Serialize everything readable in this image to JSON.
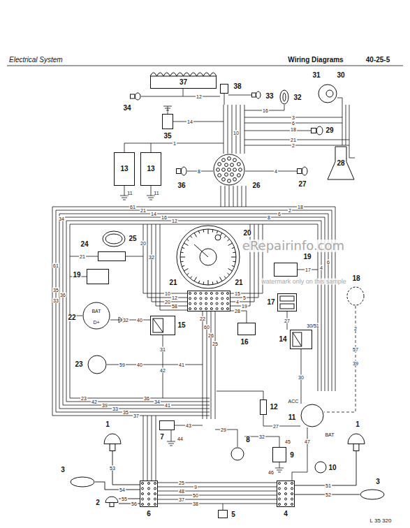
{
  "diagram": {
    "title": "Electrical System",
    "nodes": [
      {
        "text": [
          "37"
        ]
      },
      {
        "text": [
          "38"
        ]
      },
      {
        "text": [
          "34"
        ]
      },
      {
        "text": [
          "33"
        ]
      },
      {
        "text": [
          "32"
        ]
      },
      {
        "text": [
          "31"
        ]
      },
      {
        "text": [
          "30"
        ],
        "in": 5
      },
      {
        "text": [
          "35"
        ]
      },
      {
        "text": [
          "29"
        ]
      },
      {
        "text": [
          "13"
        ]
      },
      {
        "text": [
          "13"
        ]
      },
      {
        "text": [
          "28"
        ]
      },
      {
        "text": [
          "36"
        ]
      },
      {
        "text": [
          "26"
        ]
      },
      {
        "text": [
          "27"
        ]
      },
      {
        "text": [
          "25"
        ]
      },
      {
        "text": [
          "24"
        ]
      },
      {
        "text": [
          "19"
        ]
      },
      {
        "text": [
          "20"
        ]
      },
      {
        "text": [
          "21",
          "21"
        ]
      },
      {
        "text": [
          "19"
        ]
      },
      {
        "text": [
          "18"
        ]
      },
      {
        "text": [
          "17"
        ]
      },
      {
        "text": [
          "22"
        ]
      },
      {
        "text": [
          "15"
        ]
      },
      {
        "text": [
          "16"
        ]
      },
      {
        "text": [
          "14"
        ]
      },
      {
        "text": [
          "23"
        ]
      },
      {
        "text": [
          "12"
        ]
      },
      {
        "text": [
          "11"
        ]
      },
      {
        "text": [
          "7"
        ]
      },
      {
        "text": [
          "1"
        ]
      },
      {
        "text": [
          "1"
        ]
      },
      {
        "text": [
          "8"
        ]
      },
      {
        "text": [
          "9"
        ]
      },
      {
        "text": [
          "10"
        ]
      },
      {
        "text": [
          "3"
        ]
      },
      {
        "text": [
          "3"
        ]
      },
      {
        "text": [
          "2"
        ]
      },
      {
        "text": [
          "6"
        ]
      },
      {
        "text": [
          "5"
        ]
      },
      {
        "text": [
          "4"
        ]
      }
    ],
    "edges": [
      {
        "from": 31,
        "to": 39,
        "arrow": "none",
        "label": "53"
      },
      {
        "from": 36,
        "to": 39,
        "arrow": "none",
        "label": "54"
      },
      {
        "from": 38,
        "to": 39,
        "arrow": "none",
        "label": "55"
      },
      {
        "from": 38,
        "to": 39,
        "arrow": "none",
        "label": "56"
      },
      {
        "from": 41,
        "to": 32,
        "arrow": "none",
        "label": "51"
      },
      {
        "from": 41,
        "to": 37,
        "arrow": "none",
        "label": "52"
      }
    ],
    "labels": [
      "Wiring Diagrams",
      "40-25-5",
      "L 35 320",
      "eRepairinfo.com",
      "watermark only on this sample",
      "12",
      "14",
      "16",
      "3",
      "6",
      "18",
      "21",
      "2",
      "1",
      "8",
      "4",
      "11",
      "11",
      "10",
      "61",
      "21",
      "14",
      "16",
      "12",
      "18",
      "2",
      "6",
      "8",
      "34",
      "61",
      "21",
      "20",
      "32",
      "10",
      "12",
      "20",
      "58",
      "15",
      "5",
      "4",
      "19",
      "17",
      "35",
      "36",
      "33",
      "6",
      "4",
      "2",
      "57",
      "39",
      "22",
      "60",
      "26",
      "25",
      "27",
      "28",
      "30",
      "31",
      "32",
      "40",
      "42",
      "43",
      "59",
      "40",
      "41",
      "23",
      "42",
      "39",
      "33",
      "35",
      "37",
      "36",
      "34",
      "41",
      "44",
      "27",
      "32",
      "29",
      "45",
      "46",
      "47",
      "25",
      "9",
      "48",
      "50",
      "37",
      "38",
      "ACC",
      "BAT",
      "BAT",
      "D+",
      "30/51"
    ]
  }
}
